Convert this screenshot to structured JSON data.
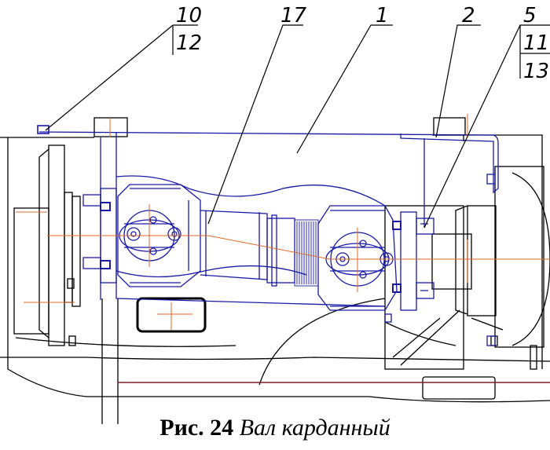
{
  "callouts": {
    "c10": "10",
    "c12": "12",
    "c17": "17",
    "c1": "1",
    "c2": "2",
    "c5": "5",
    "c11": "11",
    "c13": "13"
  },
  "caption": {
    "number": "Рис. 24",
    "text": "Вал карданный"
  },
  "colors": {
    "outline": "#000000",
    "part": "#1a1aa8",
    "axis": "#e06a2a",
    "bottom_edge": "#7a1f2a"
  }
}
